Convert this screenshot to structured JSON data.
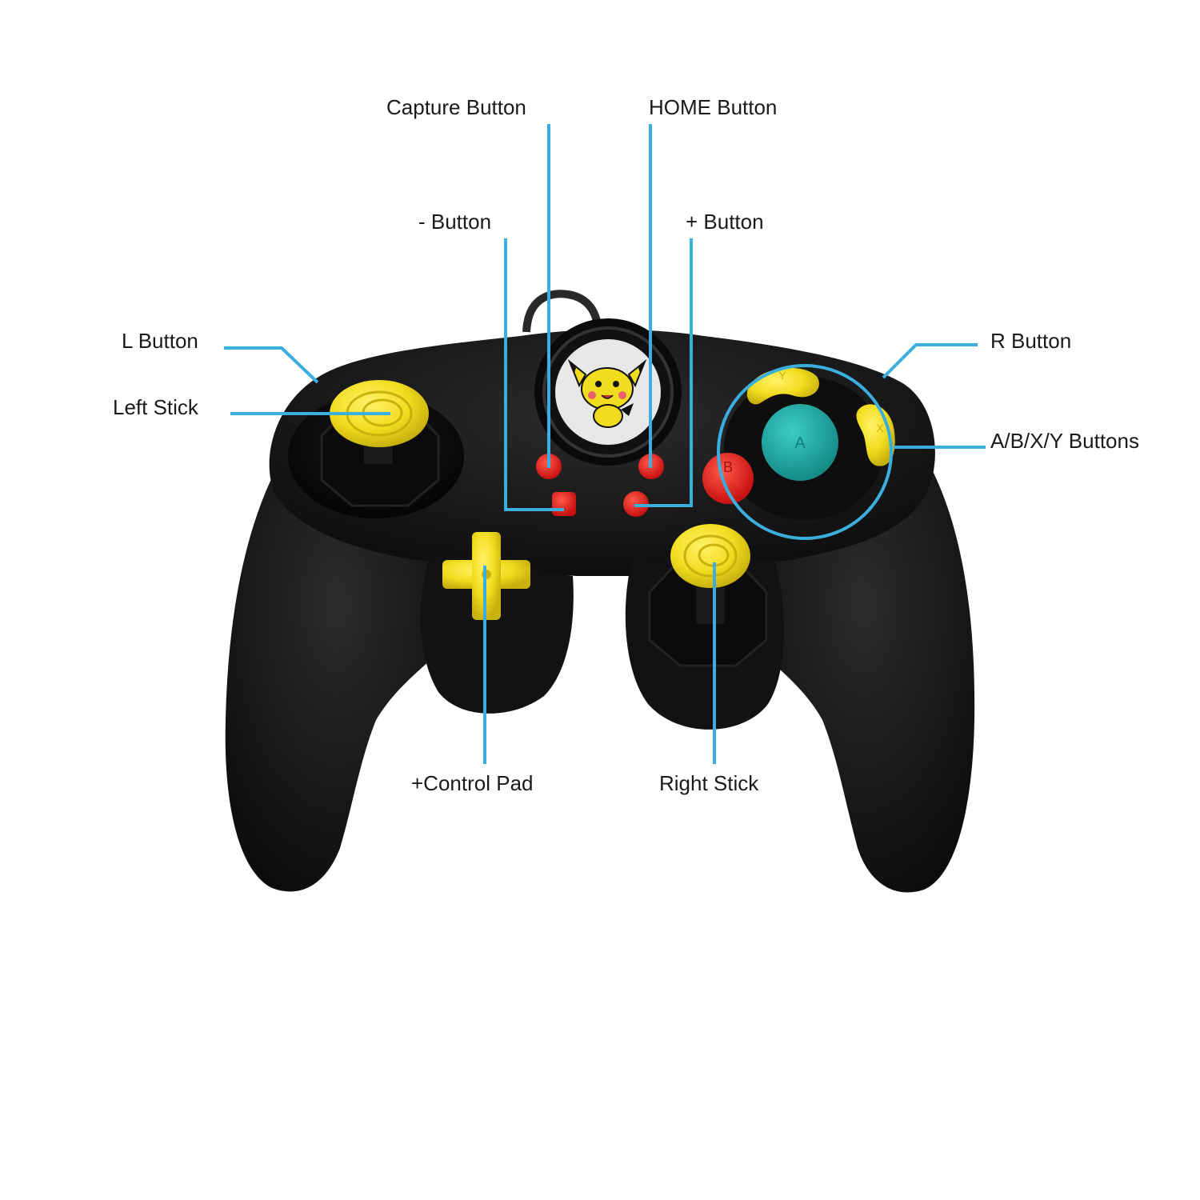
{
  "colors": {
    "callout": "#3aaedf",
    "body": "#141414",
    "body_shade": "#232323",
    "stick_yellow": "#f2dc1f",
    "button_red": "#e8191d",
    "button_teal": "#1fa5a0"
  },
  "labels": {
    "capture": "Capture Button",
    "home": "HOME Button",
    "minus": "- Button",
    "plus": "+ Button",
    "l_button": "L Button",
    "r_button": "R Button",
    "left_stick": "Left Stick",
    "abxy": "A/B/X/Y Buttons",
    "dpad": "+Control Pad",
    "right_stick": "Right Stick"
  },
  "button_glyphs": {
    "a": "A",
    "b": "B",
    "x": "X",
    "y": "Y"
  },
  "badge": {
    "icon": "pichu-icon"
  }
}
